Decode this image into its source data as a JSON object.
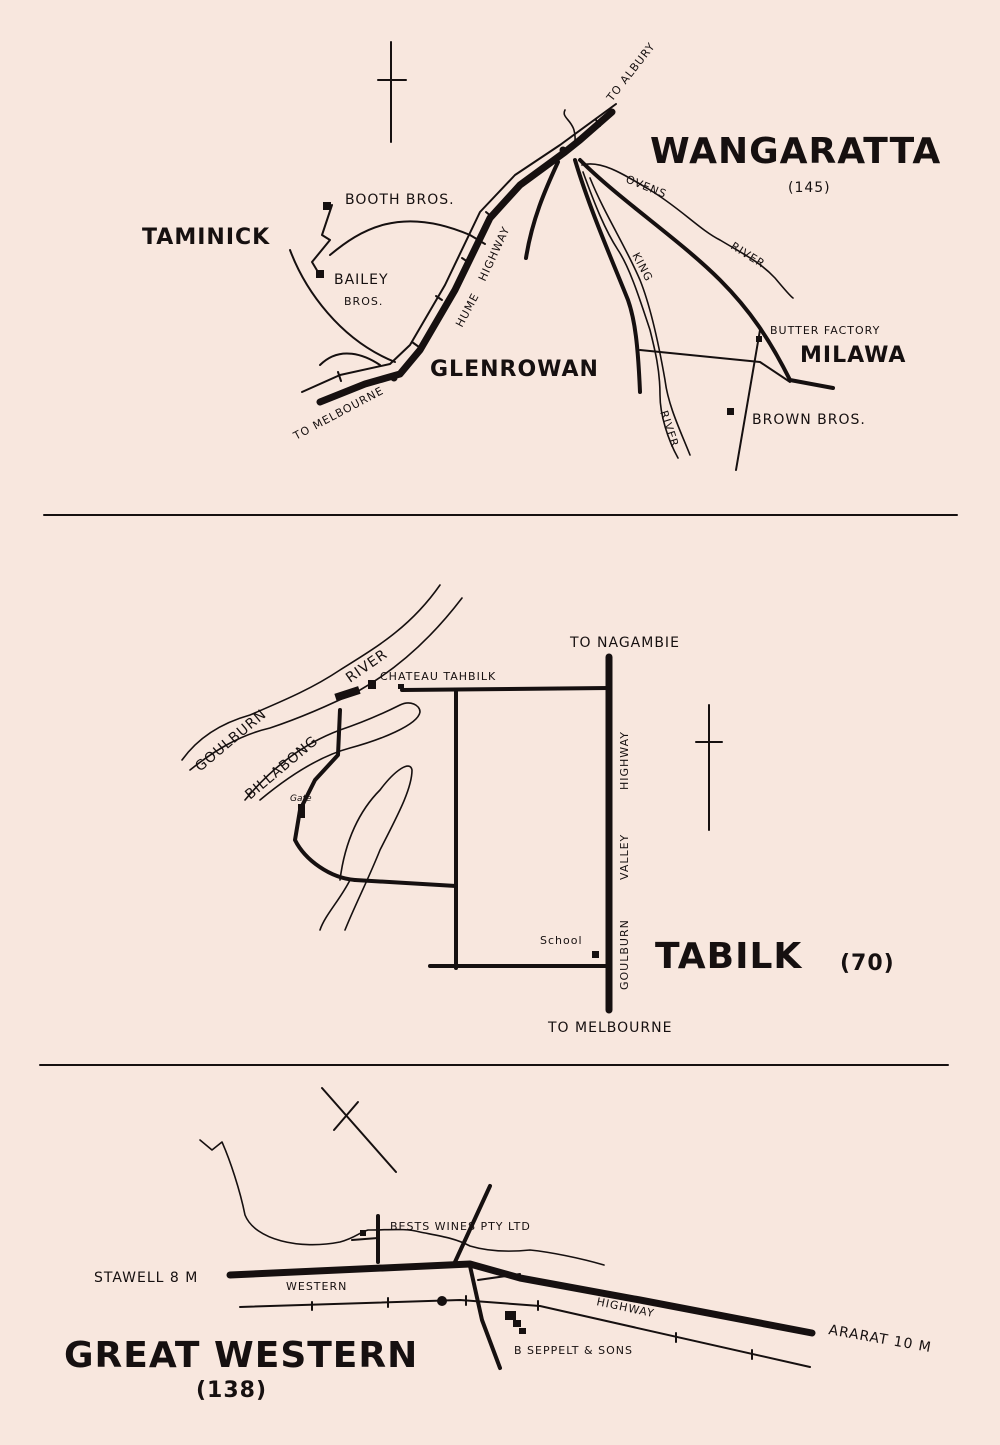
{
  "maps": [
    {
      "name": "WANGARATTA",
      "number": "(145)",
      "labels": {
        "to_albury": "TO ALBURY",
        "to_melbourne": "TO MELBOURNE",
        "booth": "BOOTH BROS.",
        "taminick": "TAMINICK",
        "bailey": "BAILEY",
        "bailey_bros": "BROS.",
        "hume": "HUME",
        "highway": "HIGHWAY",
        "glenrowan": "GLENROWAN",
        "ovens": "OVENS",
        "river": "RIVER",
        "king": "KING",
        "king_river": "RIVER",
        "butter_factory": "BUTTER FACTORY",
        "milawa": "MILAWA",
        "brown": "BROWN BROS."
      }
    },
    {
      "name": "TABILK",
      "number": "(70)",
      "labels": {
        "to_nagambie": "TO NAGAMBIE",
        "goulburn": "GOULBURN",
        "river": "RIVER",
        "chateau": "CHATEAU TAHBILK",
        "billabong": "BILLABONG",
        "gate": "Gate",
        "school": "School",
        "highway_goulburn": "GOULBURN",
        "highway_valley": "VALLEY",
        "highway": "HIGHWAY",
        "to_melbourne": "TO MELBOURNE"
      }
    },
    {
      "name": "GREAT WESTERN",
      "number": "(138)",
      "labels": {
        "bests": "BESTS WINES PTY LTD",
        "stawell": "STAWELL 8 M",
        "western": "WESTERN",
        "highway": "HIGHWAY",
        "ararat": "ARARAT 10 M",
        "seppelt": "B SEPPELT & SONS"
      }
    }
  ]
}
